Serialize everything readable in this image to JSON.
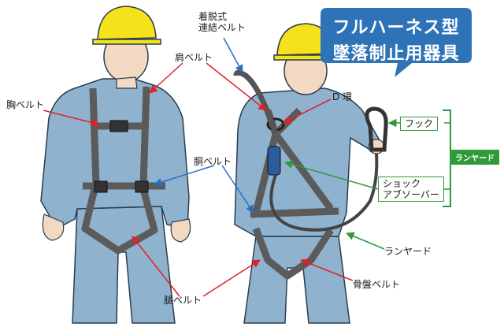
{
  "title": {
    "line1": "フルハーネス型",
    "line2": "墜落制止用器具"
  },
  "labels": {
    "detachable_belt_line1": "着脱式",
    "detachable_belt_line2": "連結ベルト",
    "shoulder_belt": "肩ベルト",
    "chest_belt": "胸ベルト",
    "d_ring": "D 環",
    "torso_belt": "胴ベルト",
    "leg_belt": "腿ベルト",
    "pelvic_belt": "骨盤ベルト",
    "lanyard": "ランヤード",
    "hook": "フック",
    "shock_absorber_line1": "ショック",
    "shock_absorber_line2": "アブソーバー",
    "lanyard_group": "ランヤード"
  },
  "colors": {
    "bubble": "#2e73b8",
    "helmet": "#f6e21b",
    "uniform": "#8fb2cf",
    "harness": "#5b5b5b",
    "skin": "#f3d9c2",
    "arrow_red": "#e0202a",
    "arrow_blue": "#2b6fc0",
    "arrow_green": "#2f9a3a"
  }
}
